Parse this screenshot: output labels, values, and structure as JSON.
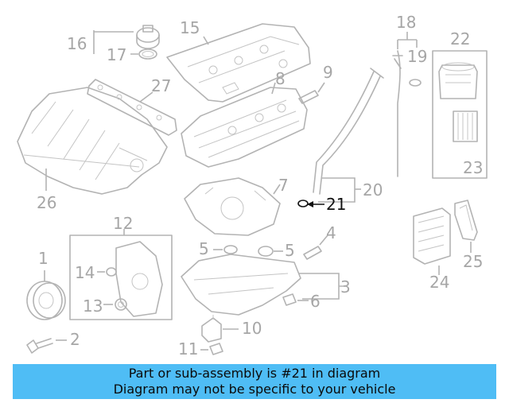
{
  "labels": {
    "p1": "1",
    "p2": "2",
    "p3": "3",
    "p4": "4",
    "p5a": "5",
    "p5b": "5",
    "p6": "6",
    "p7": "7",
    "p8": "8",
    "p9": "9",
    "p10": "10",
    "p11": "11",
    "p12": "12",
    "p13": "13",
    "p14": "14",
    "p15": "15",
    "p16": "16",
    "p17": "17",
    "p18": "18",
    "p19": "19",
    "p20": "20",
    "p21": "21",
    "p22": "22",
    "p23": "23",
    "p24": "24",
    "p25": "25",
    "p26": "26",
    "p27": "27"
  },
  "highlight": {
    "part_number": "21",
    "color": "#111111"
  },
  "colors": {
    "parts": "#b3b3b3",
    "labels": "#a6a6a6",
    "banner": "#4fbdf5"
  },
  "banner": {
    "line1": "Part or sub-assembly is #21 in diagram",
    "line2": "Diagram may not be specific to your vehicle"
  }
}
